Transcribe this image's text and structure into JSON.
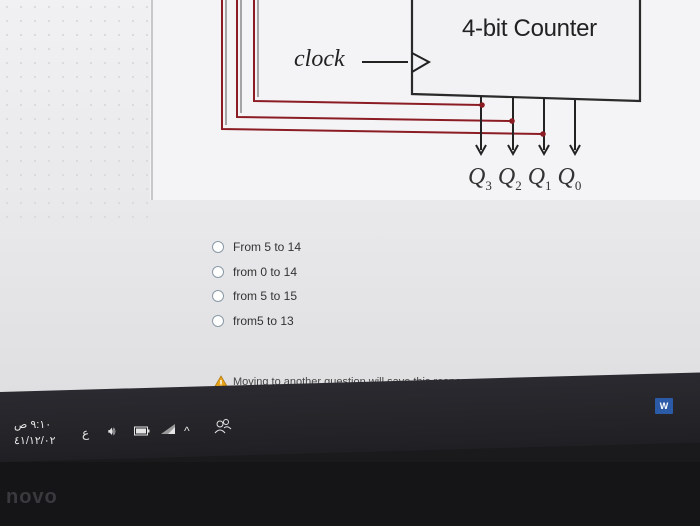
{
  "diagram": {
    "counter_label": "4-bit Counter",
    "clock_label": "clock",
    "outputs": [
      {
        "letter": "Q",
        "sub": "3"
      },
      {
        "letter": "Q",
        "sub": "2"
      },
      {
        "letter": "Q",
        "sub": "1"
      },
      {
        "letter": "Q",
        "sub": "0"
      }
    ]
  },
  "options": [
    {
      "label": "From 5 to 14"
    },
    {
      "label": "from 0 to 14"
    },
    {
      "label": "from 5 to 15"
    },
    {
      "label": "from5 to 13"
    }
  ],
  "notice": {
    "text": "Moving to another question will save this response"
  },
  "taskbar": {
    "time": "٩:١٠ ص",
    "date": "٤١/١٢/٠٢",
    "input_language": "ع",
    "word_icon_letter": "W"
  },
  "device": {
    "brand": "novo"
  },
  "colors": {
    "wire": "#8b1c24",
    "box": "#2a2a2a",
    "radio_border": "#8a9aa8",
    "warning": "#e8a31a"
  }
}
